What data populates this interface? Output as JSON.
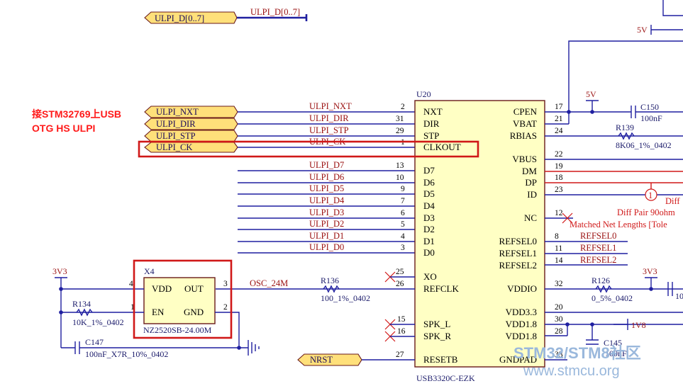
{
  "ports": {
    "data_bus": "ULPI_D[0..7]",
    "nxt": "ULPI_NXT",
    "dir": "ULPI_DIR",
    "stp": "ULPI_STP",
    "ck": "ULPI_CK",
    "nrst": "NRST"
  },
  "bus_label": "ULPI_D[0..7]",
  "note": [
    "接STM32769上USB",
    "OTG HS ULPI"
  ],
  "u20": {
    "ref": "U20",
    "part": "USB3320C-EZK",
    "left_pins": [
      {
        "num": "2",
        "name": "NXT",
        "net": "ULPI_NXT"
      },
      {
        "num": "31",
        "name": "DIR",
        "net": "ULPI_DIR"
      },
      {
        "num": "29",
        "name": "STP",
        "net": "ULPI_STP"
      },
      {
        "num": "1",
        "name": "CLKOUT",
        "net": "ULPI_CK"
      },
      {
        "num": "13",
        "name": "D7",
        "net": "ULPI_D7"
      },
      {
        "num": "10",
        "name": "D6",
        "net": "ULPI_D6"
      },
      {
        "num": "9",
        "name": "D5",
        "net": "ULPI_D5"
      },
      {
        "num": "7",
        "name": "D4",
        "net": "ULPI_D4"
      },
      {
        "num": "6",
        "name": "D3",
        "net": "ULPI_D3"
      },
      {
        "num": "5",
        "name": "D2",
        "net": "ULPI_D2"
      },
      {
        "num": "4",
        "name": "D1",
        "net": "ULPI_D1"
      },
      {
        "num": "3",
        "name": "D0",
        "net": "ULPI_D0"
      },
      {
        "num": "25",
        "name": "XO",
        "net": ""
      },
      {
        "num": "26",
        "name": "REFCLK",
        "net": "OSC_24M"
      },
      {
        "num": "15",
        "name": "SPK_L",
        "net": ""
      },
      {
        "num": "16",
        "name": "SPK_R",
        "net": ""
      },
      {
        "num": "27",
        "name": "RESETB",
        "net": ""
      }
    ],
    "right_pins": [
      {
        "num": "17",
        "name": "CPEN",
        "net": ""
      },
      {
        "num": "21",
        "name": "VBAT",
        "net": ""
      },
      {
        "num": "24",
        "name": "RBIAS",
        "net": ""
      },
      {
        "num": "22",
        "name": "VBUS",
        "net": ""
      },
      {
        "num": "19",
        "name": "DM",
        "net": ""
      },
      {
        "num": "18",
        "name": "DP",
        "net": ""
      },
      {
        "num": "23",
        "name": "ID",
        "net": ""
      },
      {
        "num": "12",
        "name": "NC",
        "net": ""
      },
      {
        "num": "8",
        "name": "REFSEL0",
        "net": "REFSEL0"
      },
      {
        "num": "11",
        "name": "REFSEL1",
        "net": "REFSEL1"
      },
      {
        "num": "14",
        "name": "REFSEL2",
        "net": "REFSEL2"
      },
      {
        "num": "32",
        "name": "VDDIO",
        "net": ""
      },
      {
        "num": "20",
        "name": "VDD3.3",
        "net": ""
      },
      {
        "num": "30",
        "name": "VDD1.8",
        "net": ""
      },
      {
        "num": "28",
        "name": "VDD1.8",
        "net": ""
      },
      {
        "num": "33",
        "name": "GNDPAD",
        "net": ""
      }
    ]
  },
  "x4": {
    "ref": "X4",
    "part": "NZ2520SB-24.00M",
    "pins": [
      {
        "num": "4",
        "name": "VDD"
      },
      {
        "num": "3",
        "name": "OUT"
      },
      {
        "num": "1",
        "name": "EN"
      },
      {
        "num": "2",
        "name": "GND"
      }
    ]
  },
  "components": {
    "r134_ref": "R134",
    "r134_val": "10K_1%_0402",
    "c147_ref": "C147",
    "c147_val": "100nF_X7R_10%_0402",
    "r136_ref": "R136",
    "r136_val": "100_1%_0402",
    "r126_ref": "R126",
    "r126_val": "0_5%_0402",
    "r139_ref": "R139",
    "r139_val": "8K06_1%_0402",
    "c150_ref": "C150",
    "c150_val": "100nF",
    "c145_ref": "C145",
    "c145_val": "100nF",
    "c_right_val": "10"
  },
  "power": {
    "p5v_top": "5V",
    "p5v_mid": "5V",
    "p3v3_left": "3V3",
    "p3v3_right": "3V3",
    "p1v8": "1V8"
  },
  "nets": {
    "osc": "OSC_24M",
    "diff_marker": "1",
    "diff_text": "Diff",
    "diff_pair": "Diff Pair 90ohm",
    "matched": "Matched Net Lengths [Tole"
  },
  "watermark": {
    "line1": "STM32/STM8社区",
    "line2": "www.stmcu.org"
  },
  "colors": {
    "wire": "#1f1fa0",
    "component_body": "#ffffc4",
    "port_fill": "#ffe07a",
    "net_label": "#9a1010",
    "highlight": "#d01818",
    "note": "#ff1a1a"
  }
}
